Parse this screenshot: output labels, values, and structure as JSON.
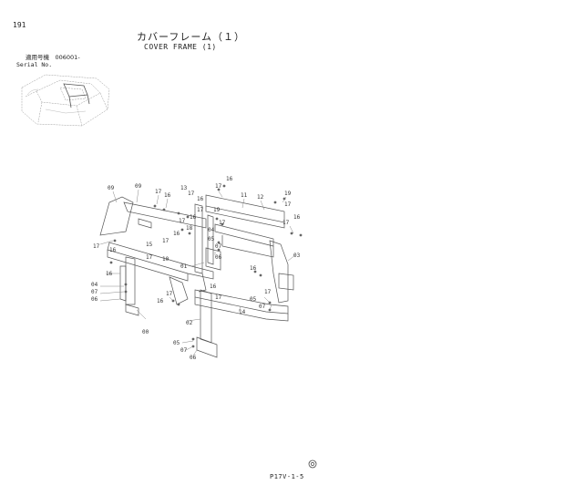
{
  "page_number": "191",
  "title_jp": "カバーフレーム（１）",
  "title_en": "COVER FRAME (1)",
  "serial_label_jp": "適用号機　006001-",
  "serial_label_en": "Serial No.",
  "footer_code": "P17V-1-5",
  "mark_icon": "circled-registration-mark-icon",
  "callouts": [
    {
      "id": "c09a",
      "text": "09"
    },
    {
      "id": "c09b",
      "text": "09"
    },
    {
      "id": "c17a",
      "text": "17"
    },
    {
      "id": "c16a",
      "text": "16"
    },
    {
      "id": "c13",
      "text": "13"
    },
    {
      "id": "c17b",
      "text": "17"
    },
    {
      "id": "c16b",
      "text": "16"
    },
    {
      "id": "c16c",
      "text": "16"
    },
    {
      "id": "c17c",
      "text": "17"
    },
    {
      "id": "c11",
      "text": "11"
    },
    {
      "id": "c12",
      "text": "12"
    },
    {
      "id": "c19a",
      "text": "19"
    },
    {
      "id": "c17d",
      "text": "17"
    },
    {
      "id": "c19b",
      "text": "19"
    },
    {
      "id": "c17e",
      "text": "17"
    },
    {
      "id": "c16d",
      "text": "16"
    },
    {
      "id": "c17f",
      "text": "17"
    },
    {
      "id": "c16e",
      "text": "16"
    },
    {
      "id": "c17g",
      "text": "17"
    },
    {
      "id": "c18",
      "text": "18"
    },
    {
      "id": "c04a",
      "text": "04"
    },
    {
      "id": "c05a",
      "text": "05"
    },
    {
      "id": "c07a",
      "text": "07"
    },
    {
      "id": "c17h",
      "text": "17"
    },
    {
      "id": "c16f",
      "text": "16"
    },
    {
      "id": "c17i",
      "text": "17"
    },
    {
      "id": "c15",
      "text": "15"
    },
    {
      "id": "c06a",
      "text": "06"
    },
    {
      "id": "c03",
      "text": "03"
    },
    {
      "id": "c16g",
      "text": "16"
    },
    {
      "id": "c17j",
      "text": "17"
    },
    {
      "id": "c10",
      "text": "10"
    },
    {
      "id": "c01",
      "text": "01"
    },
    {
      "id": "c17k",
      "text": "17"
    },
    {
      "id": "c16h",
      "text": "16"
    },
    {
      "id": "c16i",
      "text": "16"
    },
    {
      "id": "c04b",
      "text": "04"
    },
    {
      "id": "c07b",
      "text": "07"
    },
    {
      "id": "c06b",
      "text": "06"
    },
    {
      "id": "c17l",
      "text": "17"
    },
    {
      "id": "c16j",
      "text": "16"
    },
    {
      "id": "c17m",
      "text": "17"
    },
    {
      "id": "c05b",
      "text": "05"
    },
    {
      "id": "c07c",
      "text": "07"
    },
    {
      "id": "c14",
      "text": "14"
    },
    {
      "id": "c00",
      "text": "00"
    },
    {
      "id": "c02",
      "text": "02"
    },
    {
      "id": "c05c",
      "text": "05"
    },
    {
      "id": "c07d",
      "text": "07"
    },
    {
      "id": "c06c",
      "text": "06"
    },
    {
      "id": "c16k",
      "text": "16"
    },
    {
      "id": "c17n",
      "text": "17"
    }
  ]
}
